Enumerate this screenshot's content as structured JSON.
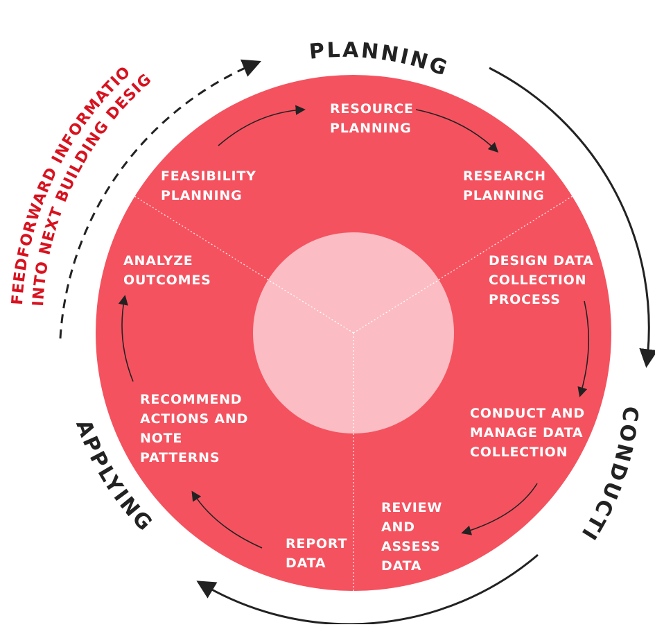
{
  "phases": {
    "planning": "PLANNING",
    "conducting": "CONDUCTING",
    "applying": "APPLYING"
  },
  "feedforward": {
    "line1": "FEEDFORWARD INFORMATION",
    "line2": "INTO NEXT BUILDING DESIGN"
  },
  "steps": {
    "resource_planning": "RESOURCE\nPLANNING",
    "research_planning": "RESEARCH\nPLANNING",
    "feasibility_planning": "FEASIBILITY\nPLANNING",
    "analyze_outcomes": "ANALYZE\nOUTCOMES",
    "design_data_collection": "DESIGN DATA\nCOLLECTION\nPROCESS",
    "conduct_manage": "CONDUCT AND\nMANAGE DATA\nCOLLECTION",
    "recommend_actions": "RECOMMEND\nACTIONS AND\nNOTE\nPATTERNS",
    "review_assess": "REVIEW\nAND\nASSESS\nDATA",
    "report_data": "REPORT\nDATA"
  },
  "colors": {
    "main_disc": "#f4525f",
    "center_disc": "#fbbcc3",
    "feedforward_text": "#d8121f",
    "arrows": "#222222",
    "label_text": "#ffffff"
  }
}
